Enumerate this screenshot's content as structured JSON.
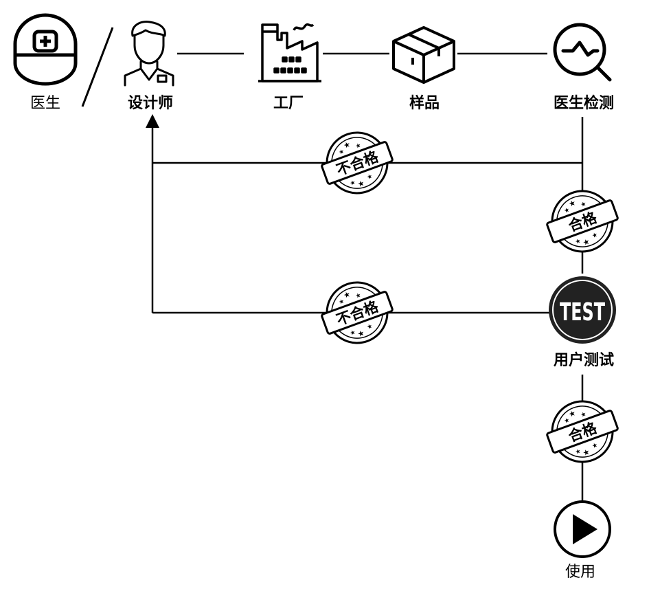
{
  "nodes": {
    "doctor": "医生",
    "designer": "设计师",
    "factory": "工厂",
    "sample": "样品",
    "doctor_check": "医生检测",
    "user_test": "用户测试",
    "use": "使用"
  },
  "stamps": {
    "fail": "不合格",
    "pass": "合格",
    "test": "TEST"
  }
}
